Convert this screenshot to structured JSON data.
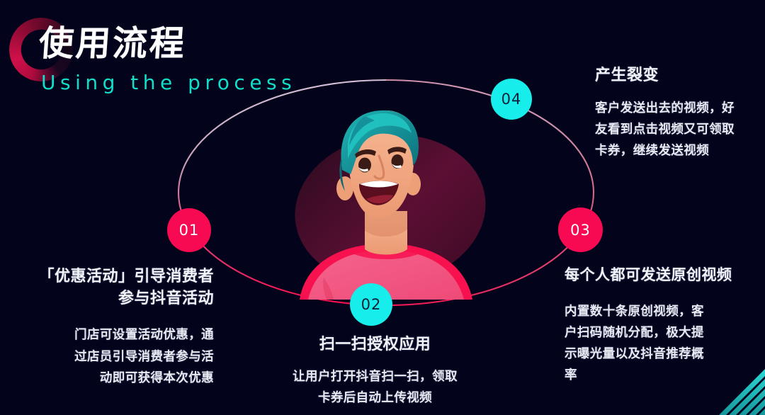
{
  "page": {
    "background_color": "#03041c",
    "title": "使用流程",
    "subtitle": "Using the process"
  },
  "theme": {
    "pink": "#f80a52",
    "cyan": "#17edea",
    "ring_crimson": "#c00c44",
    "text_white": "#f2f3f8",
    "orbit_top": "#cfc2d8",
    "orbit_bottom": "#f0114f"
  },
  "nodes": [
    {
      "label": "01",
      "color": "pink"
    },
    {
      "label": "02",
      "color": "cyan"
    },
    {
      "label": "03",
      "color": "pink"
    },
    {
      "label": "04",
      "color": "cyan"
    }
  ],
  "steps": {
    "step01": {
      "heading": "「优惠活动」引导消费者\n参与抖音活动",
      "body": "门店可设置活动优惠，通\n过店员引导消费者参与活\n动即可获得本次优惠"
    },
    "step02": {
      "heading": "扫一扫授权应用",
      "body": "让用户打开抖音扫一扫，领取\n卡券后自动上传视频"
    },
    "step03": {
      "heading": "每个人都可发送原创视频",
      "body": "内置数十条原创视频，客\n户扫码随机分配，极大提\n示曝光量以及抖音推荐概\n率"
    },
    "step04": {
      "heading": "产生裂变",
      "body": "客户发送出去的视频，好\n友看到点击视频又可领取\n卡券，继续发送视频"
    }
  },
  "illustration": {
    "name": "smiling-young-man-avatar",
    "hair_color": "#16a5a8",
    "hair_shadow": "#0f7d86",
    "skin_color": "#f2a57f",
    "skin_shadow": "#e08e6b",
    "shirt_color": "#f0577f",
    "shirt_accent": "#f8114f",
    "backdrop_color": "#4a0d2a"
  },
  "decor": {
    "ring": "gradient-ring",
    "corner": "diagonal-teal-stripes"
  }
}
